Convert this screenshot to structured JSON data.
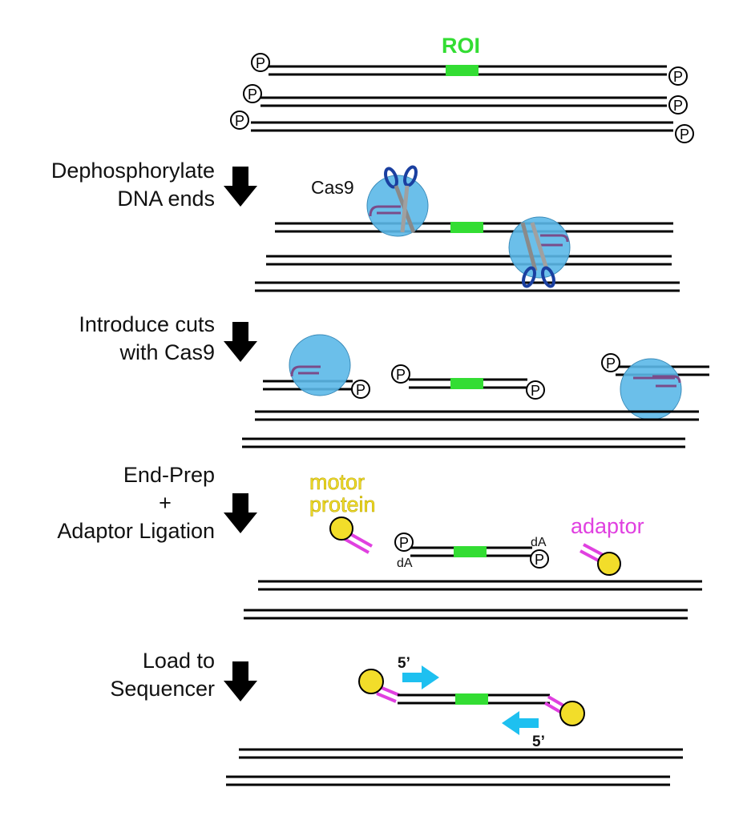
{
  "roi_label": "ROI",
  "cas9_label": "Cas9",
  "phosphate": "P",
  "steps": [
    {
      "line1": "Dephosphorylate",
      "line2": "DNA ends"
    },
    {
      "line1": "Introduce cuts",
      "line2": "with Cas9"
    },
    {
      "line1": "End-Prep",
      "line2": "+",
      "line3": "Adaptor Ligation"
    },
    {
      "line1": "Load to",
      "line2": "Sequencer"
    }
  ],
  "motor_protein_label": {
    "line1": "motor",
    "line2": "protein"
  },
  "adaptor_label": "adaptor",
  "da_label": "dA",
  "five_prime": "5’",
  "colors": {
    "roi": "#33dd33",
    "dna": "#000000",
    "cas9": "#5bb8e8",
    "motor": "#f2dd2a",
    "adaptor": "#e040e0",
    "arrow_blue": "#1ec0f0",
    "scissors": "#1a3fa0"
  }
}
